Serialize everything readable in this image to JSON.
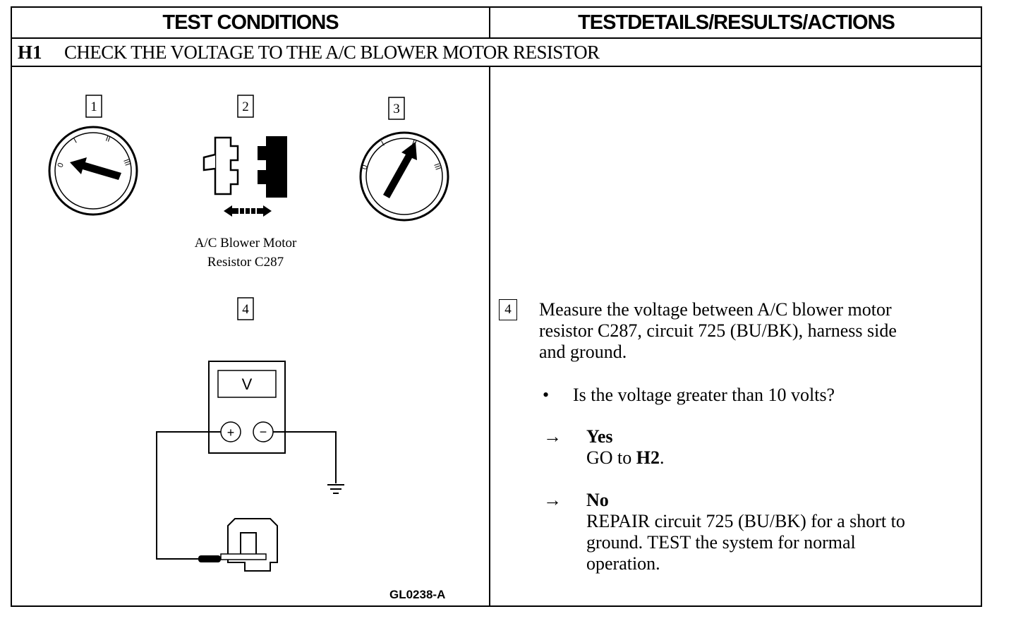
{
  "headers": {
    "left": "TEST CONDITIONS",
    "right": "TESTDETAILS/RESULTS/ACTIONS"
  },
  "step": {
    "id": "H1",
    "title": "CHECK THE VOLTAGE TO THE A/C BLOWER MOTOR RESISTOR"
  },
  "figure": {
    "labels": [
      "1",
      "2",
      "3",
      "4"
    ],
    "switch_marks": [
      "0",
      "I",
      "II",
      "III"
    ],
    "meter_label": "V",
    "plus": "+",
    "minus": "−",
    "caption_line1": "A/C Blower Motor",
    "caption_line2": "Resistor C287",
    "code": "GL0238-A"
  },
  "details": {
    "step_num": "4",
    "instruction": [
      "Measure the voltage between A/C blower motor",
      "resistor C287, circuit 725 (BU/BK), harness side",
      "and ground."
    ],
    "bullet": "•",
    "question": "Is the voltage greater than 10 volts?",
    "arrow": "→",
    "yes": {
      "label": "Yes",
      "action_prefix": "GO to ",
      "action_target": "H2",
      "action_suffix": "."
    },
    "no": {
      "label": "No",
      "action": [
        "REPAIR circuit 725 (BU/BK) for a short to",
        "ground. TEST the system for normal",
        "operation."
      ]
    }
  }
}
